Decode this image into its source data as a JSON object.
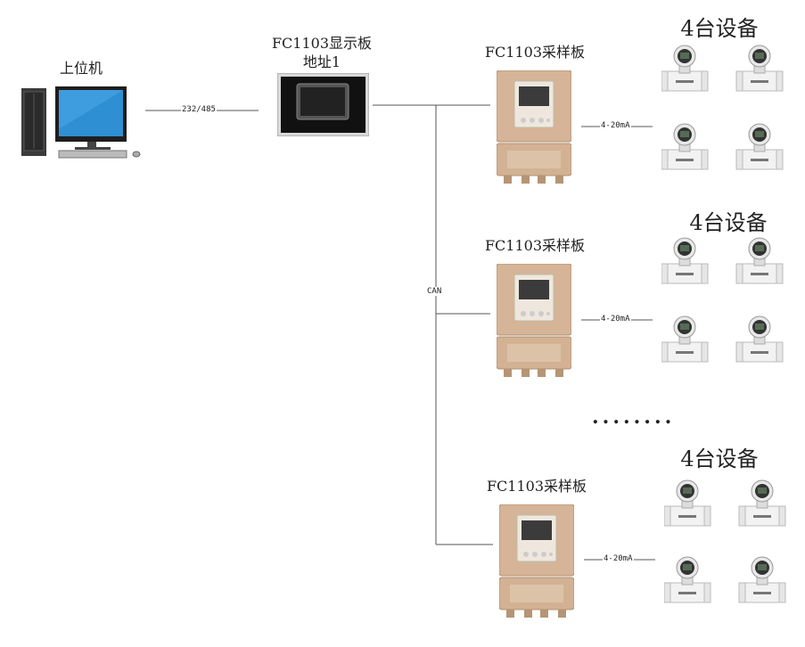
{
  "pc": {
    "label": "上位机"
  },
  "display_board": {
    "line1": "FC1103显示板",
    "line2": "地址1"
  },
  "links": {
    "serial": "232/485",
    "bus": "CAN",
    "analog": "4-20mA"
  },
  "samplers": [
    {
      "label": "FC1103采样板",
      "group_label": "4台设备"
    },
    {
      "label": "FC1103采样板",
      "group_label": "4台设备"
    },
    {
      "label": "FC1103采样板",
      "group_label": "4台设备"
    }
  ],
  "ellipsis": "........",
  "colors": {
    "enclosure": "#d6b497",
    "screen": "#2c2c2c",
    "monitor_blue": "#2f8fd3",
    "line": "#555555"
  }
}
